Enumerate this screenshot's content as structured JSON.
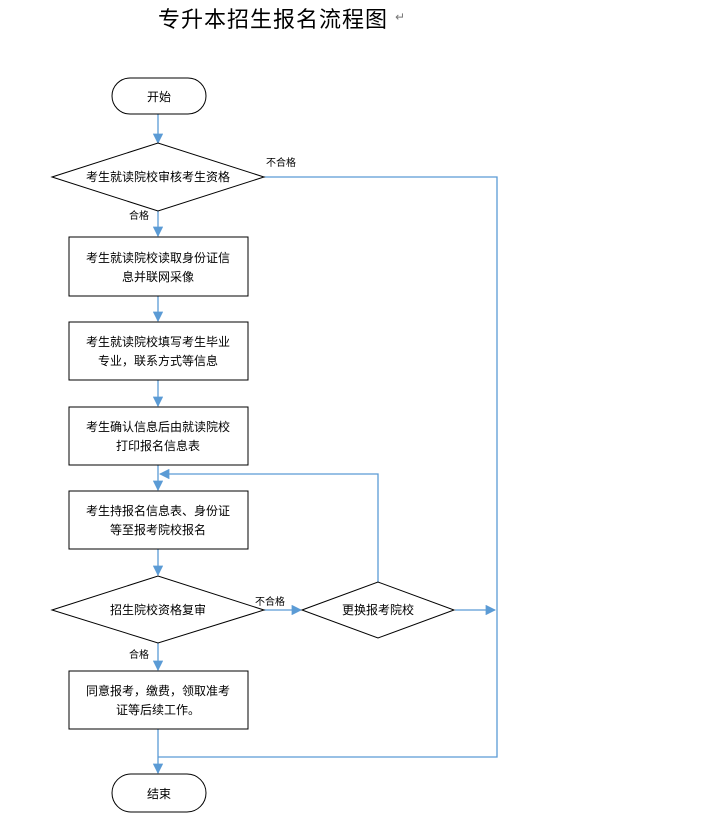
{
  "title": "专升本招生报名流程图",
  "title_paragraph_mark": "↵",
  "colors": {
    "border": "#000000",
    "connector": "#5b9bd5",
    "background": "#ffffff"
  },
  "nodes": {
    "start": "开始",
    "review": "考生就读院校审核考生资格",
    "step1": [
      "考生就读院校读取身份证信",
      "息并联网采像"
    ],
    "step2": [
      "考生就读院校填写考生毕业",
      "专业，联系方式等信息"
    ],
    "step3": [
      "考生确认信息后由就读院校",
      "打印报名信息表"
    ],
    "step4": [
      "考生持报名信息表、身份证",
      "等至报考院校报名"
    ],
    "recheck": "招生院校资格复审",
    "change": "更换报考院校",
    "step5": [
      "同意报考，缴费，领取准考",
      "证等后续工作。"
    ],
    "end": "结束"
  },
  "edge_labels": {
    "review_fail": "不合格",
    "review_pass": "合格",
    "recheck_fail": "不合格",
    "recheck_pass": "合格"
  }
}
